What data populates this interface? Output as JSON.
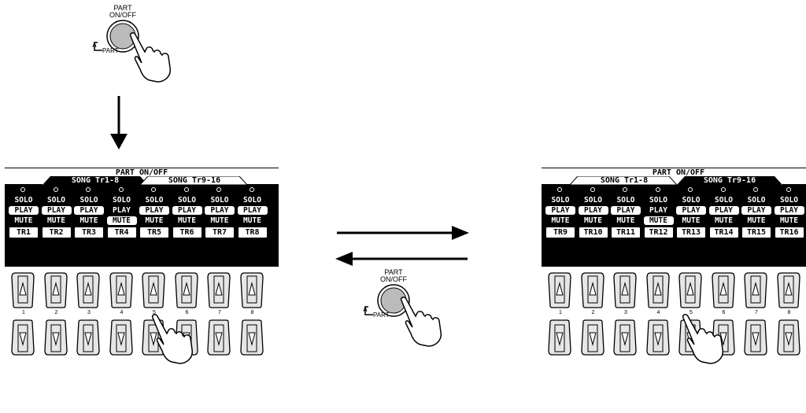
{
  "knob": {
    "label_line1": "PART",
    "label_line2": "ON/OFF",
    "part_label": "PART"
  },
  "screen_title": "PART ON/OFF",
  "tabs": [
    "SONG Tr1-8",
    "SONG Tr9-16"
  ],
  "states": {
    "solo": "SOLO",
    "play": "PLAY",
    "mute": "MUTE"
  },
  "panel_left": {
    "active_tab": 0,
    "tracks": [
      "TR1",
      "TR2",
      "TR3",
      "TR4",
      "TR5",
      "TR6",
      "TR7",
      "TR8"
    ],
    "mode_highlight": [
      "play",
      "play",
      "play",
      "mute",
      "play",
      "play",
      "play",
      "play"
    ]
  },
  "panel_right": {
    "active_tab": 1,
    "tracks": [
      "TR9",
      "TR10",
      "TR11",
      "TR12",
      "TR13",
      "TR14",
      "TR15",
      "TR16"
    ],
    "mode_highlight": [
      "play",
      "play",
      "play",
      "mute",
      "play",
      "play",
      "play",
      "play"
    ]
  },
  "button_numbers": [
    "1",
    "2",
    "3",
    "4",
    "5",
    "6",
    "7",
    "8"
  ],
  "icons": [
    "knob-icon",
    "hand-pointer-icon",
    "arrow-down-icon",
    "arrow-right-icon",
    "arrow-left-icon",
    "up-arrow-button-icon",
    "down-arrow-button-icon",
    "led-icon"
  ]
}
